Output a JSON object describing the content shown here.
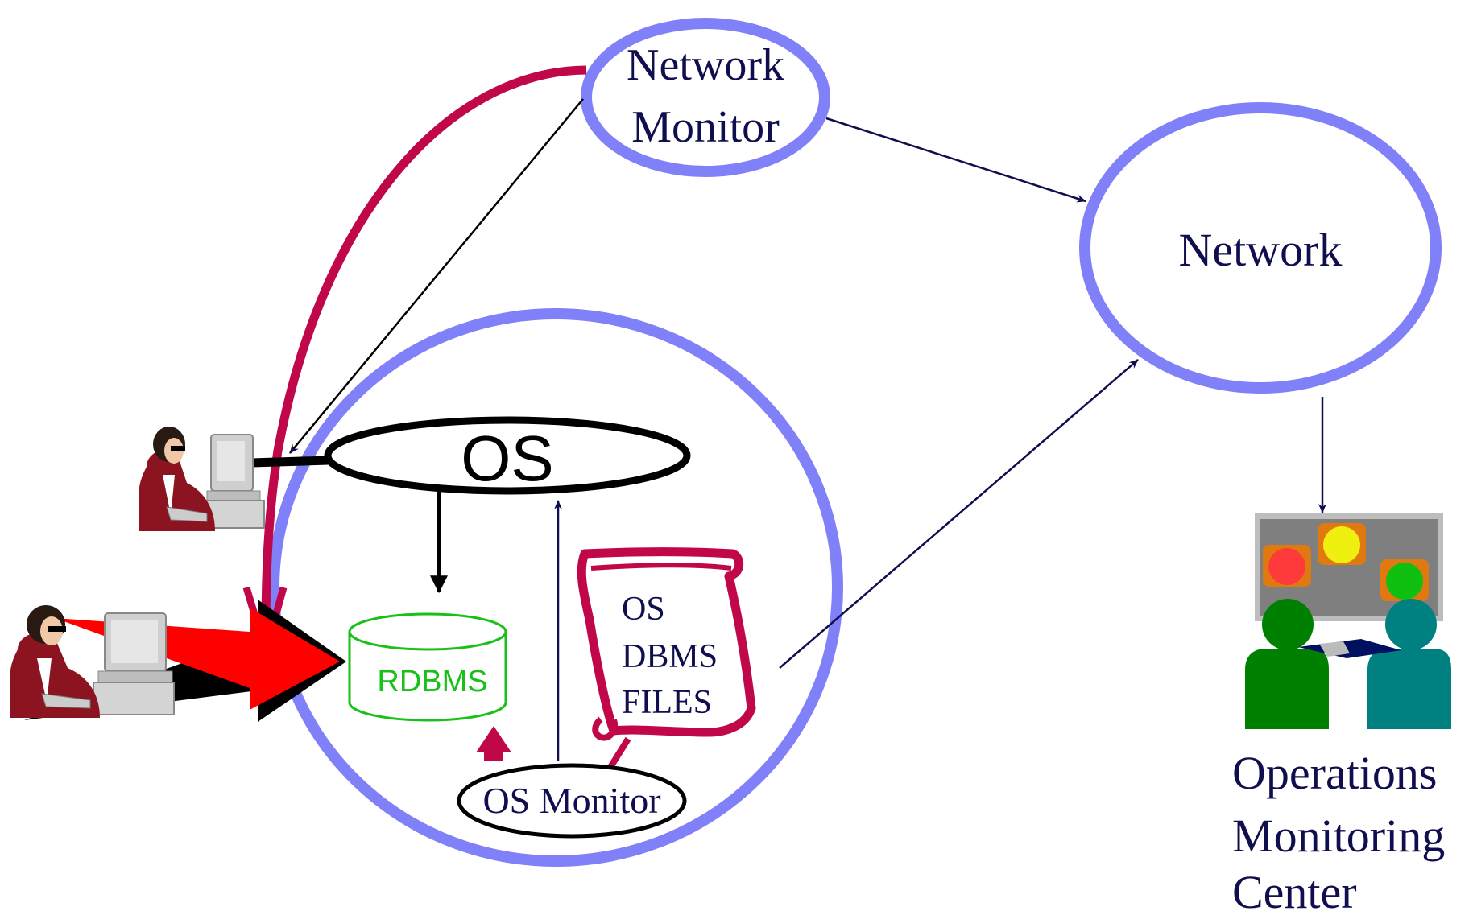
{
  "nodes": {
    "network_monitor": {
      "line1": "Network",
      "line2": "Monitor"
    },
    "network": {
      "label": "Network"
    },
    "os": {
      "label": "OS"
    },
    "rdbms": {
      "label": "RDBMS"
    },
    "os_monitor": {
      "label": "OS Monitor"
    },
    "logs": {
      "line1": "OS",
      "line2": "DBMS",
      "line3": "FILES"
    },
    "operations_center": {
      "line1": "Operations",
      "line2": "Monitoring",
      "line3": "Center"
    }
  },
  "colors": {
    "ellipse_stroke": "#8080f8",
    "text": "#0f0f4f",
    "crimson": "#c0074a",
    "red_arrow": "#ff0000",
    "rdbms": "#18c018",
    "black": "#000000"
  },
  "icons": {
    "user_top": "user-at-workstation-icon",
    "user_bottom": "user-at-workstation-icon",
    "operations": "operations-center-icon"
  }
}
